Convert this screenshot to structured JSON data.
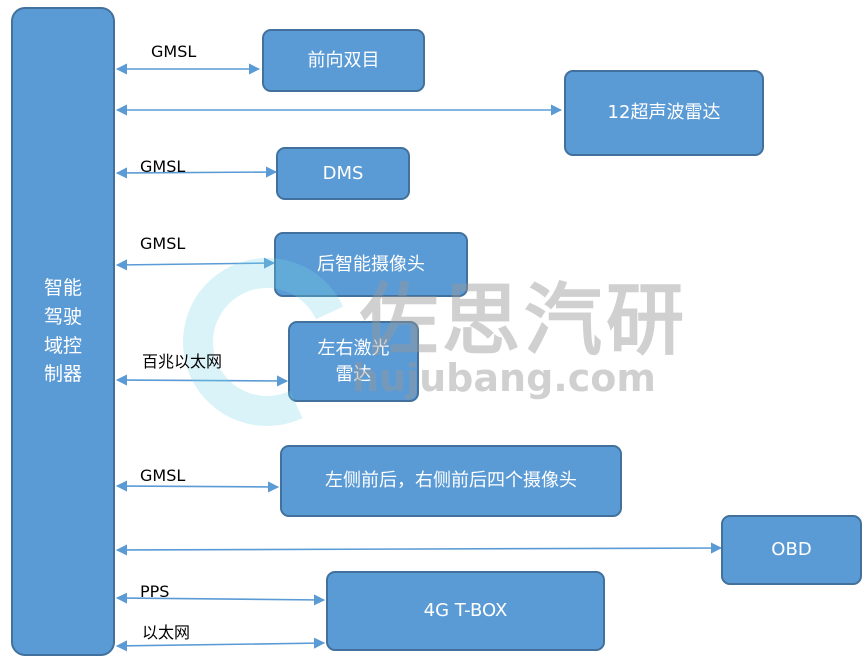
{
  "controller": {
    "lines": [
      "智能",
      "驾驶",
      "域控",
      "制器"
    ]
  },
  "devices": {
    "front_binocular": "前向双目",
    "ultrasonic": "12超声波雷达",
    "dms": "DMS",
    "rear_camera": "后智能摄像头",
    "lidar_line1": "左右激光",
    "lidar_line2": "雷达",
    "side_cameras": "左侧前后，右侧前后四个摄像头",
    "obd": "OBD",
    "tbox": "4G T-BOX"
  },
  "links": {
    "gmsl_front": "GMSL",
    "gmsl_dms": "GMSL",
    "gmsl_rear": "GMSL",
    "ethernet_lidar": "百兆以太网",
    "gmsl_side": "GMSL",
    "pps": "PPS",
    "ethernet_tbox": "以太网"
  },
  "watermark": {
    "text": "佐思汽研",
    "url": "hujubang.com"
  },
  "colors": {
    "box_fill": "#5b9bd5",
    "box_border": "#41719c",
    "arrow": "#5b9bd5"
  }
}
